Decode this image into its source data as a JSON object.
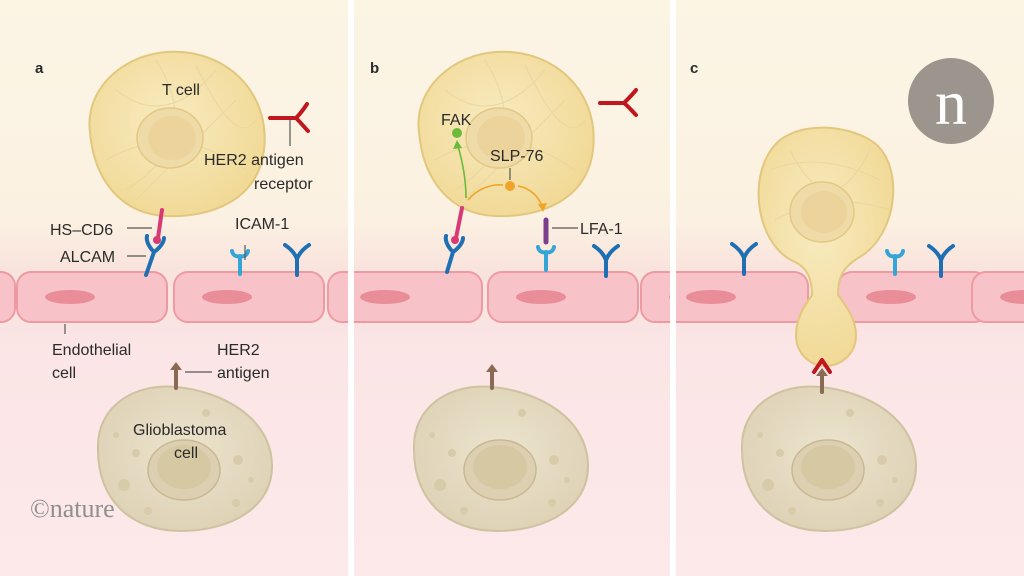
{
  "panels": [
    {
      "letter": "a"
    },
    {
      "letter": "b"
    },
    {
      "letter": "c"
    }
  ],
  "labels": {
    "t_cell": "T cell",
    "her2_receptor_line1": "HER2 antigen",
    "her2_receptor_line2": "receptor",
    "hs_cd6": "HS–CD6",
    "alcam": "ALCAM",
    "icam1": "ICAM-1",
    "endothelial_line1": "Endothelial",
    "endothelial_line2": "cell",
    "her2_antigen_line1": "HER2",
    "her2_antigen_line2": "antigen",
    "glioblastoma_line1": "Glioblastoma",
    "glioblastoma_line2": "cell",
    "fak": "FAK",
    "slp76": "SLP-76",
    "lfa1": "LFA-1"
  },
  "copyright": "©nature",
  "logo_letter": "n",
  "colors": {
    "t_cell_fill": "#f5e3ab",
    "t_cell_stroke": "#e2c77d",
    "glioma_fill": "#e6dcc3",
    "endothelium_fill": "#f7c7cb",
    "endothelium_stroke": "#ee9aa2",
    "nucleus_endo": "#e98e98",
    "her2_receptor": "#c0161d",
    "hs_cd6": "#d83a78",
    "alcam": "#1f6fb3",
    "icam1": "#35a5d8",
    "lfa1": "#7a3e8c",
    "her2_antigen": "#8a6a52",
    "fak": "#6dbb3a",
    "slp76": "#f0a52a",
    "logo_bg": "#9b958d"
  }
}
